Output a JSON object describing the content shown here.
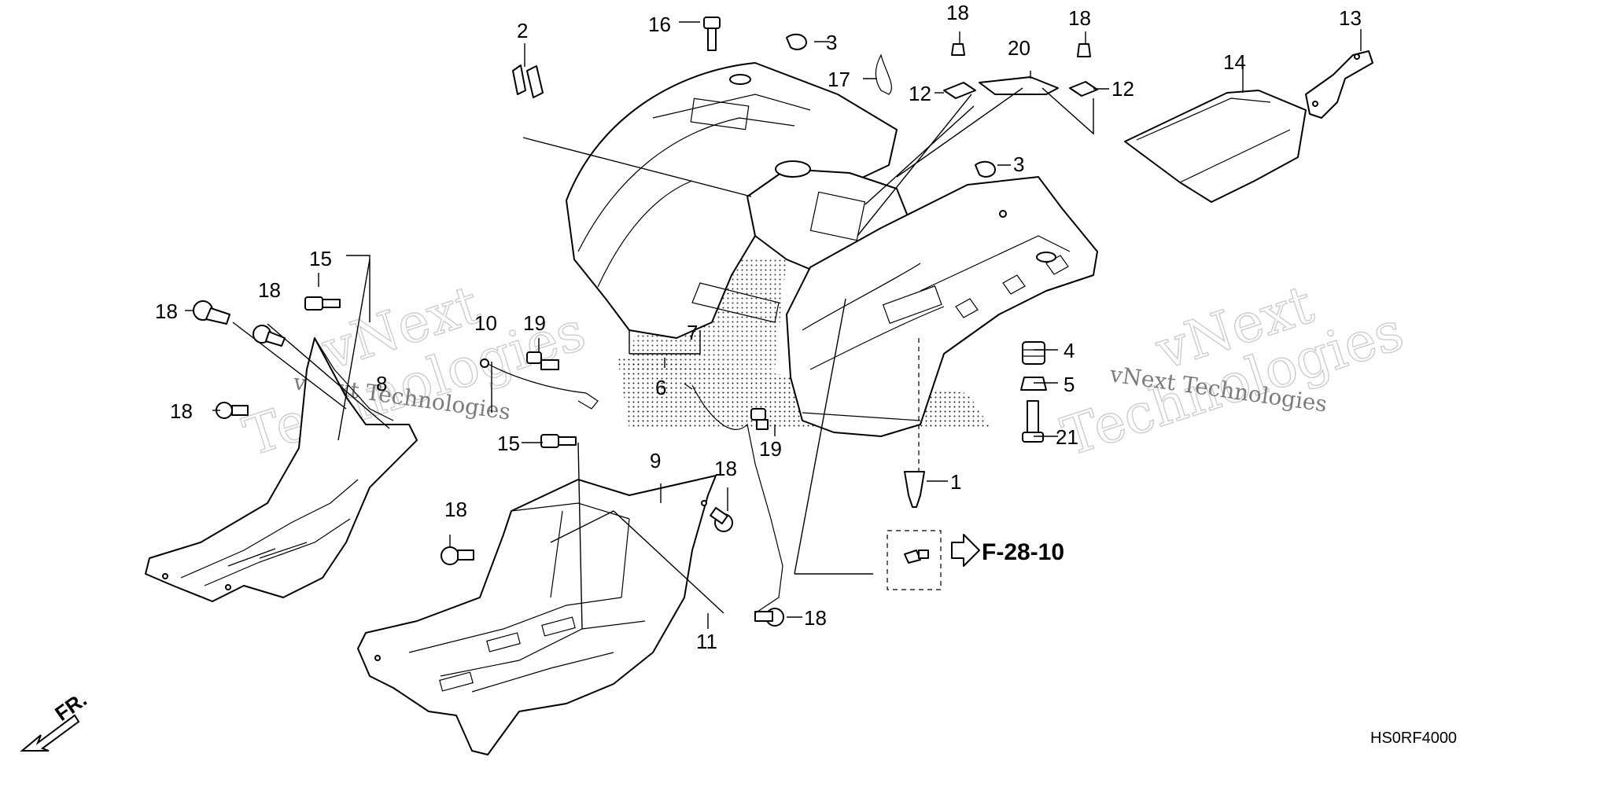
{
  "diagram": {
    "labels": {
      "p1": "1",
      "p2": "2",
      "p3a": "3",
      "p3b": "3",
      "p4": "4",
      "p5": "5",
      "p6": "6",
      "p7": "7",
      "p8": "8",
      "p9": "9",
      "p10": "10",
      "p11": "11",
      "p12a": "12",
      "p12b": "12",
      "p13": "13",
      "p14": "14",
      "p15a": "15",
      "p15b": "15",
      "p16": "16",
      "p17": "17",
      "p18a": "18",
      "p18b": "18",
      "p18c": "18",
      "p18d": "18",
      "p18e": "18",
      "p18f": "18",
      "p18g": "18",
      "p18h": "18",
      "p19a": "19",
      "p19b": "19",
      "p20": "20",
      "p21": "21"
    },
    "reference": "F-28-10",
    "direction": "FR.",
    "code": "HS0RF4000",
    "watermark": {
      "line1": "vNext",
      "line2": "Technologies",
      "small": "vNext Technologies"
    }
  }
}
